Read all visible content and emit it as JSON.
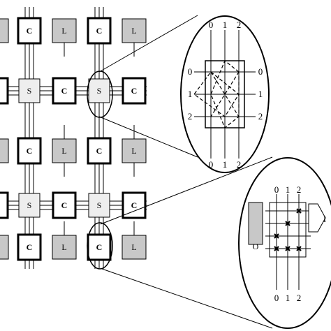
{
  "grid": {
    "rows": [
      [
        "L",
        "C",
        "L",
        "C",
        "L"
      ],
      [
        "C",
        "S",
        "C",
        "S",
        "C"
      ],
      [
        "L",
        "C",
        "L",
        "C",
        "L"
      ],
      [
        "C",
        "S",
        "C",
        "S",
        "C"
      ],
      [
        "L",
        "C",
        "L",
        "C",
        "L"
      ]
    ],
    "labels": {
      "L": "L",
      "C": "C",
      "S": "S"
    }
  },
  "switch_zoom": {
    "top_labels": [
      "0",
      "1",
      "2"
    ],
    "bottom_labels": [
      "0",
      "1",
      "2"
    ],
    "left_labels": [
      "0",
      "1",
      "2"
    ],
    "right_labels": [
      "0",
      "1",
      "2"
    ]
  },
  "connection_zoom": {
    "top_labels": [
      "0",
      "1",
      "2"
    ],
    "bottom_labels": [
      "0",
      "1",
      "2"
    ],
    "output_label": "O",
    "input_label": "I"
  },
  "colors": {
    "logic": "#c8c8c8",
    "conn": "#ffffff",
    "switch": "#eeeeee",
    "stroke": "#000000"
  }
}
